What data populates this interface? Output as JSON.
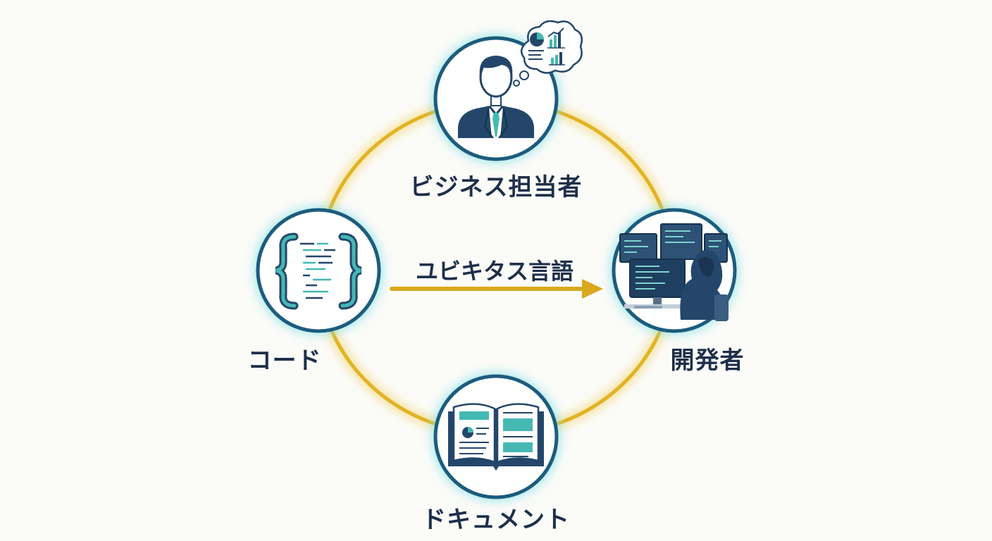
{
  "nodes": {
    "business": {
      "label": "ビジネス担当者",
      "icon": "businessperson-thinking-icon"
    },
    "code": {
      "label": "コード",
      "icon": "code-braces-icon"
    },
    "developer": {
      "label": "開発者",
      "icon": "developer-at-monitors-icon"
    },
    "document": {
      "label": "ドキュメント",
      "icon": "open-book-icon"
    }
  },
  "arrow": {
    "label": "ユビキタス言語"
  },
  "colors": {
    "ring": "#e2b322",
    "node_border": "#1c5c7e",
    "node_glow": "#58d3de",
    "accent_teal": "#45b8b3",
    "navy": "#23466a",
    "text": "#1d2f4a",
    "background": "#fbfbf8"
  }
}
